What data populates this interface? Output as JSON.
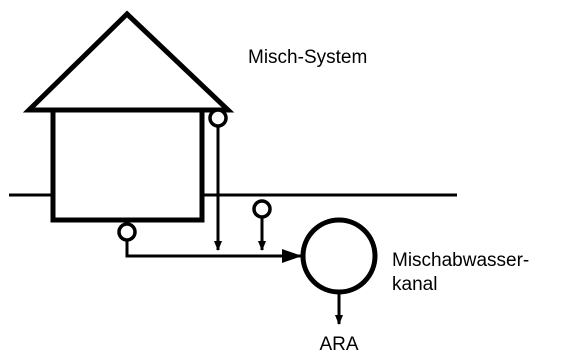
{
  "title": "Misch-System",
  "sewer_label": {
    "line1": "Mischabwasser-",
    "line2": "kanal"
  },
  "outlet_label": "ARA",
  "colors": {
    "stroke": "#000000",
    "background": "#ffffff"
  }
}
